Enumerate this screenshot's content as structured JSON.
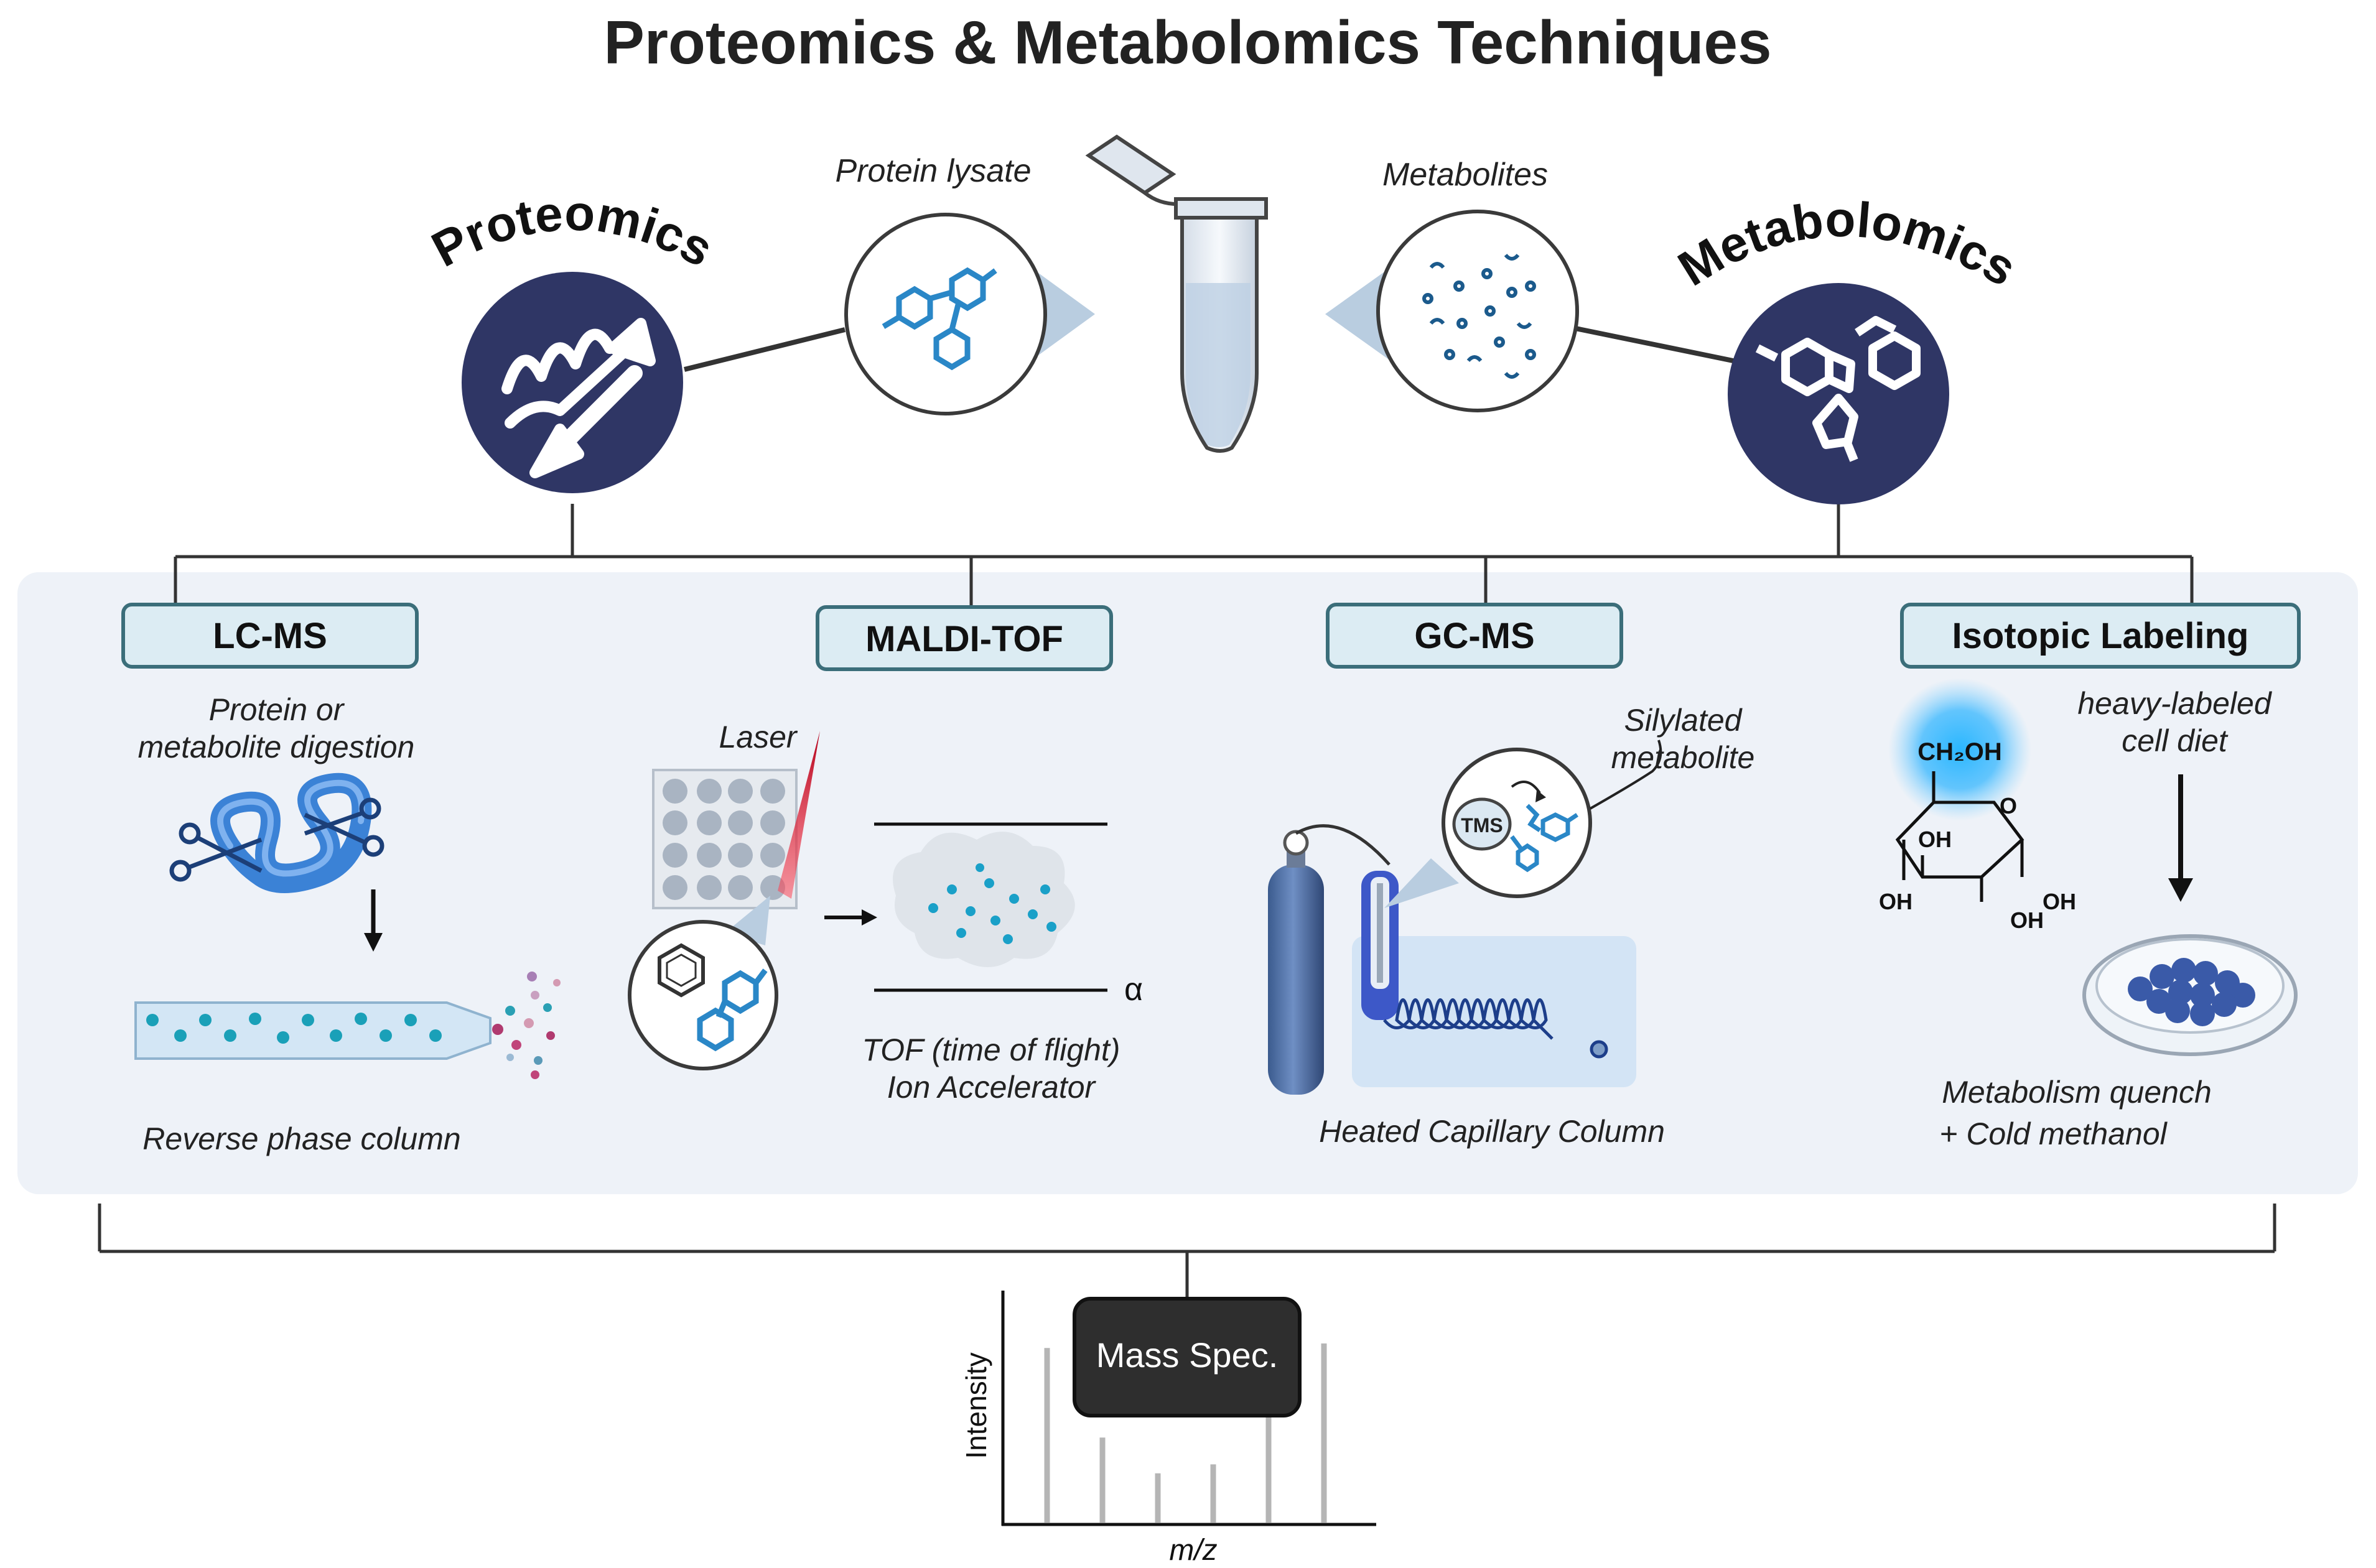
{
  "title": "Proteomics & Metabolomics Techniques",
  "top": {
    "proteomics_label": "Proteomics",
    "metabolomics_label": "Metabolomics",
    "protein_lysate": "Protein lysate",
    "metabolites": "Metabolites"
  },
  "techniques": {
    "lcms": {
      "label": "LC-MS",
      "caption_line1": "Protein or",
      "caption_line2": "metabolite digestion",
      "bottom_caption": "Reverse phase column"
    },
    "maldi": {
      "label": "MALDI-TOF",
      "laser": "Laser",
      "alpha": "α",
      "caption_line1": "TOF (time of flight)",
      "caption_line2": "Ion Accelerator"
    },
    "gcms": {
      "label": "GC-MS",
      "tms": "TMS",
      "caption_line1": "Silylated",
      "caption_line2": "metabolite",
      "bottom_caption": "Heated Capillary Column"
    },
    "isotopic": {
      "label": "Isotopic Labeling",
      "ch2oh": "CH₂OH",
      "ring_o": "O",
      "oh": "OH",
      "caption_line1": "heavy-labeled",
      "caption_line2": "cell diet",
      "bottom_line1": "Metabolism quench",
      "bottom_line2": "+ Cold methanol"
    }
  },
  "mass_spec": {
    "label": "Mass Spec.",
    "ylabel": "Intensity",
    "xlabel": "m/z",
    "peaks": [
      0.78,
      0.38,
      0.22,
      0.26,
      0.52,
      0.8
    ]
  },
  "colors": {
    "navy": "#2f3665",
    "panel": "#eef2f8",
    "box_fill": "#dcecf3",
    "box_stroke": "#3b6e7a",
    "blue": "#3b82d6",
    "bead": "#2a9fc4"
  }
}
